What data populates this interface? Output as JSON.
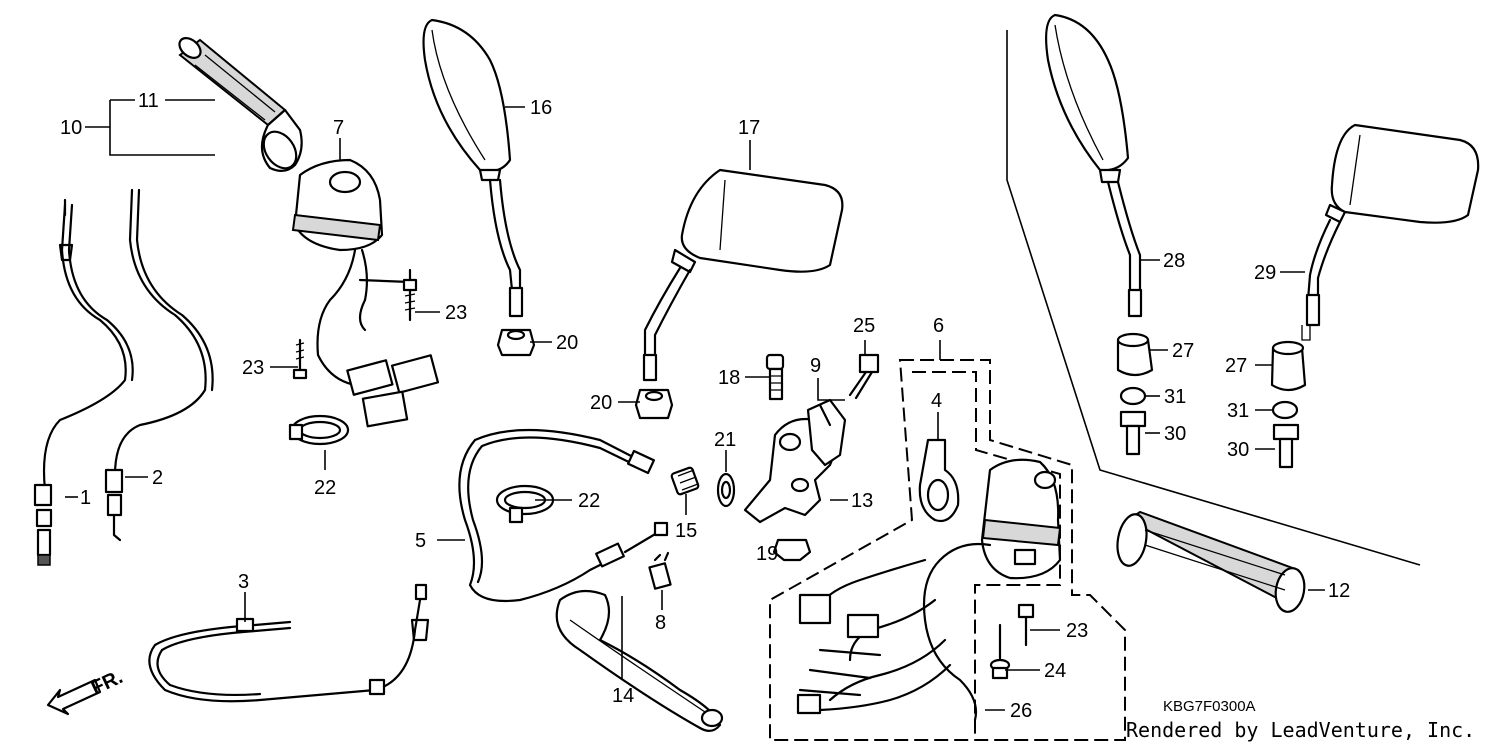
{
  "diagram": {
    "labels": {
      "l1": "1",
      "l2": "2",
      "l3": "3",
      "l4": "4",
      "l5": "5",
      "l6": "6",
      "l7": "7",
      "l8": "8",
      "l9": "9",
      "l10": "10",
      "l11": "11",
      "l12": "12",
      "l13": "13",
      "l14": "14",
      "l15": "15",
      "l16": "16",
      "l17": "17",
      "l18": "18",
      "l19": "19",
      "l20a": "20",
      "l20b": "20",
      "l21": "21",
      "l22a": "22",
      "l22b": "22",
      "l23a": "23",
      "l23b": "23",
      "l23c": "23",
      "l24": "24",
      "l25": "25",
      "l26": "26",
      "l27a": "27",
      "l27b": "27",
      "l28": "28",
      "l29": "29",
      "l30a": "30",
      "l30b": "30",
      "l31a": "31",
      "l31b": "31"
    },
    "direction_label": "FR.",
    "diagram_code": "KBG7F0300A",
    "credit": "Rendered by LeadVenture, Inc."
  }
}
